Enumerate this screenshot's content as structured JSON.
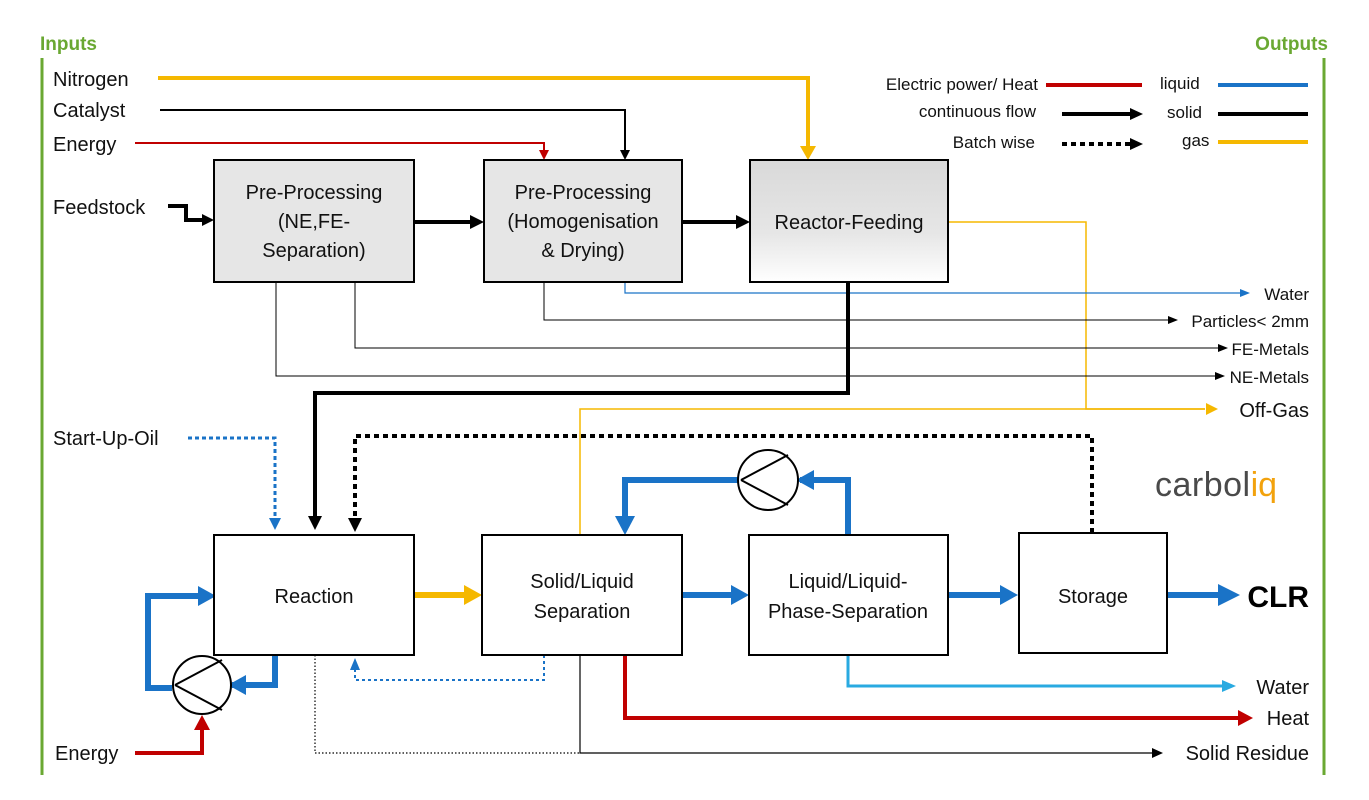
{
  "header": {
    "inputs": "Inputs",
    "outputs": "Outputs"
  },
  "inputs": {
    "nitrogen": "Nitrogen",
    "catalyst": "Catalyst",
    "energy_top": "Energy",
    "feedstock": "Feedstock",
    "startup_oil": "Start-Up-Oil",
    "energy_bottom": "Energy"
  },
  "boxes": {
    "pre1": [
      "Pre-Processing",
      "(NE,FE-",
      "Separation)"
    ],
    "pre2": [
      "Pre-Processing",
      "(Homogenisation",
      "& Drying)"
    ],
    "feeding": [
      "Reactor-Feeding"
    ],
    "reaction": [
      "Reaction"
    ],
    "sls": [
      "Solid/Liquid",
      "Separation"
    ],
    "lls": [
      "Liquid/Liquid-",
      "Phase-Separation"
    ],
    "storage": [
      "Storage"
    ]
  },
  "outputs": {
    "water_top": "Water",
    "particles": "Particles< 2mm",
    "fe_metals": "FE-Metals",
    "ne_metals": "NE-Metals",
    "offgas": "Off-Gas",
    "clr": "CLR",
    "water_bottom": "Water",
    "heat": "Heat",
    "solid_residue": "Solid Residue"
  },
  "legend": {
    "electric": "Electric power/ Heat",
    "continuous": "continuous flow",
    "batch": "Batch wise",
    "liquid": "liquid",
    "solid": "solid",
    "gas": "gas"
  },
  "logo": {
    "part1": "carbol",
    "part2": "iq"
  },
  "colors": {
    "heat": "#c00000",
    "liquid": "#1a73c7",
    "liquid_light": "#29aae1",
    "solid": "#000000",
    "gas": "#f5b800",
    "frame": "#6aa832",
    "box_fill": "#e6e6e6"
  }
}
